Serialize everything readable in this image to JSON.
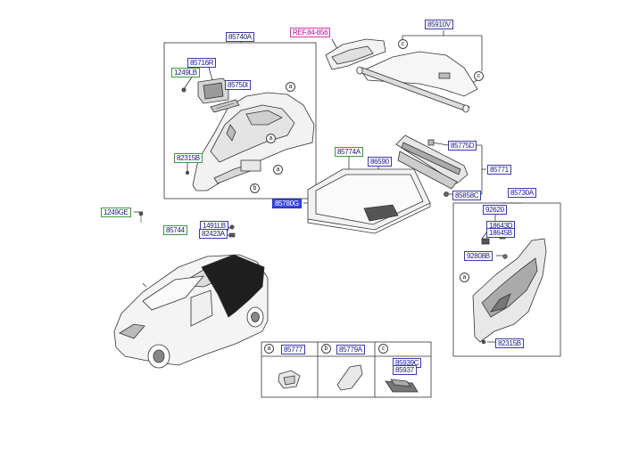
{
  "colors": {
    "blue_box": "#3a3aa8",
    "green_box": "#3a9a3a",
    "ref_box": "#d23aa8",
    "selected": "#3a46e6",
    "line": "#333333"
  },
  "parts": {
    "p85740A": "85740A",
    "p85716R": "85716R",
    "p1249LB": "1249LB",
    "p85750I": "85750I",
    "p82315B_a": "82315B",
    "p1249GE": "1249GE",
    "p85744": "85744",
    "p1491LB": "1491LB",
    "p82423A": "82423A",
    "ref": "REF.84-856",
    "p85910V": "85910V",
    "p85774A": "85774A",
    "p86590": "86590",
    "p85780G": "85780G",
    "p85775D": "85775D",
    "p85771": "85771",
    "p85858C": "85858C",
    "p85730A": "85730A",
    "p92620": "92620",
    "p18643D": "18643D",
    "p18645B": "18645B",
    "p92808B": "92808B",
    "p82315B_b": "82315B"
  },
  "callouts": {
    "a": "a",
    "b": "b",
    "c": "c"
  },
  "legend": {
    "a_part": "85777",
    "b_part": "85779A",
    "c_part1": "85939C",
    "c_part2": "85937"
  }
}
